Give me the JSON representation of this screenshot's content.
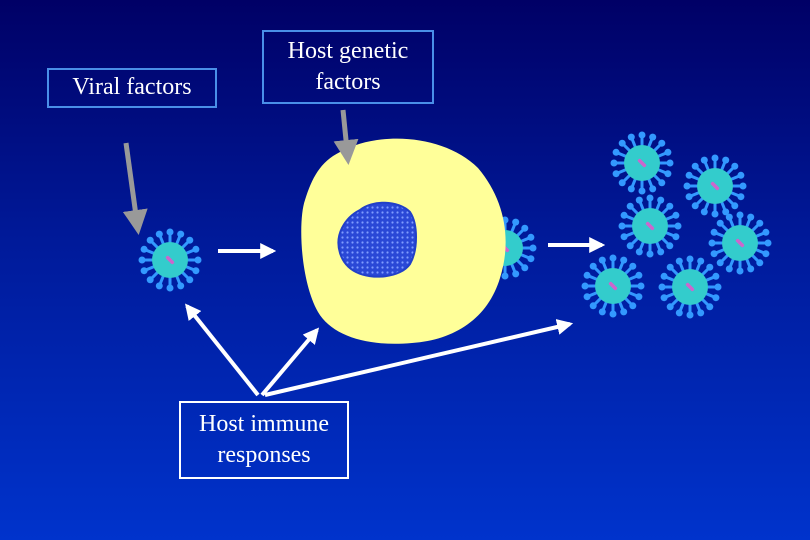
{
  "labels": {
    "viral_factors": "Viral factors",
    "host_genetic_factors": "Host genetic factors",
    "host_immune_responses": "Host immune responses"
  },
  "colors": {
    "background_top": "#000066",
    "background_bottom": "#0033cc",
    "cell_body": "#ffff99",
    "nucleus": "#3355dd",
    "virion_body": "#33cccc",
    "virion_spikes": "#3399ff",
    "virion_core": "#cc66cc",
    "arrow_gray": "#999999",
    "arrow_white": "#ffffff"
  },
  "icons": [
    "virion-icon",
    "host-cell-icon",
    "nucleus-icon",
    "arrow-icon"
  ],
  "progeny_virion_count": 6
}
